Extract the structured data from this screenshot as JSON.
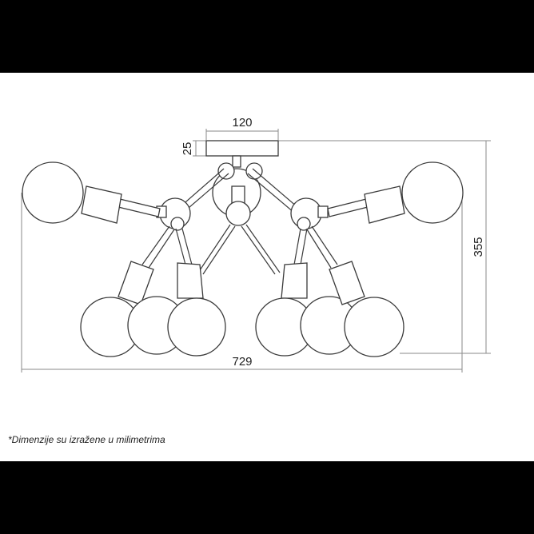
{
  "dimensions": {
    "canopy_width": "120",
    "canopy_height": "25",
    "total_height": "355",
    "total_width": "729"
  },
  "footnote": "*Dimenzije su izražene u milimetrima",
  "colors": {
    "background": "#000000",
    "panel": "#ffffff",
    "line": "#3a3a3a"
  }
}
